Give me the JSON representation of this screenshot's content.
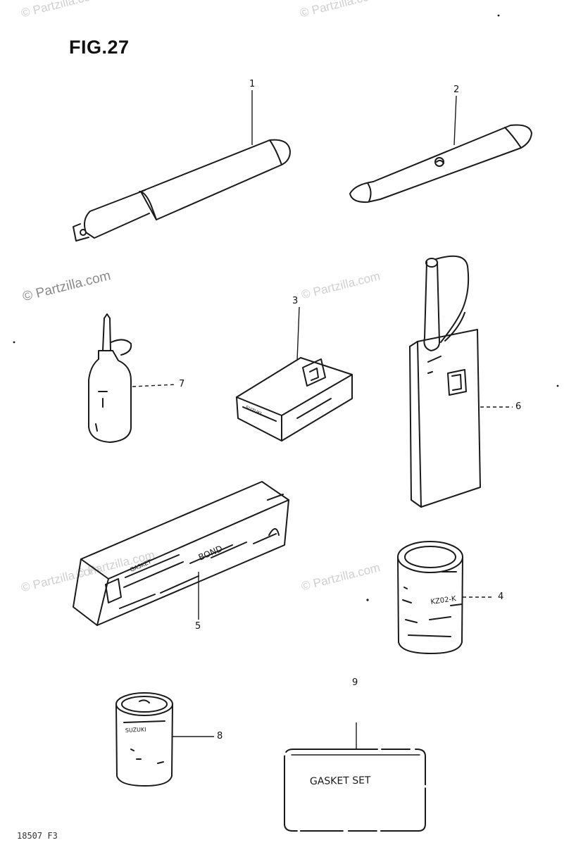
{
  "figure": {
    "title": "FIG.27",
    "code": "18507 F3"
  },
  "watermarks": [
    "© Partzilla.com",
    "© Partzilla.com",
    "© Partzilla.com",
    "© Partzilla.com",
    "© Partzilla.com",
    "© Partzilla.com",
    "© Partzilla.com"
  ],
  "callouts": [
    "1",
    "2",
    "3",
    "4",
    "5",
    "6",
    "7",
    "8",
    "9"
  ],
  "parts_text": {
    "gasket_set_label": "GASKET SET",
    "box_brand": "SUZUKI",
    "gasket_tube_line1": "GASKET",
    "gasket_tube_line2": "BOND",
    "small_can_brand": "SUZUKI",
    "large_can_code": "KZ02-K"
  }
}
